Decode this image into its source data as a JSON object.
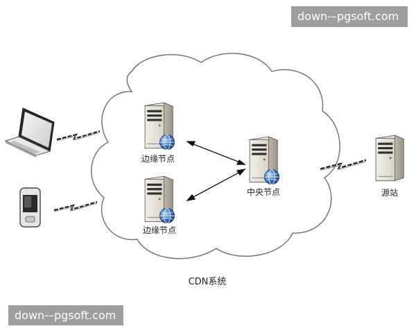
{
  "watermark_top": "down-–pgsoft.com",
  "watermark_bottom": "down-–pgsoft.com",
  "diagram": {
    "cloud_label": "CDN系统",
    "edge_node_1_label": "边缘节点",
    "edge_node_2_label": "边缘节点",
    "central_node_label": "中央节点",
    "origin_label": "源站"
  },
  "icons": [
    "laptop-icon",
    "mobile-phone-icon",
    "server-icon",
    "globe-icon",
    "wireless-link-icon",
    "double-arrow-icon"
  ]
}
